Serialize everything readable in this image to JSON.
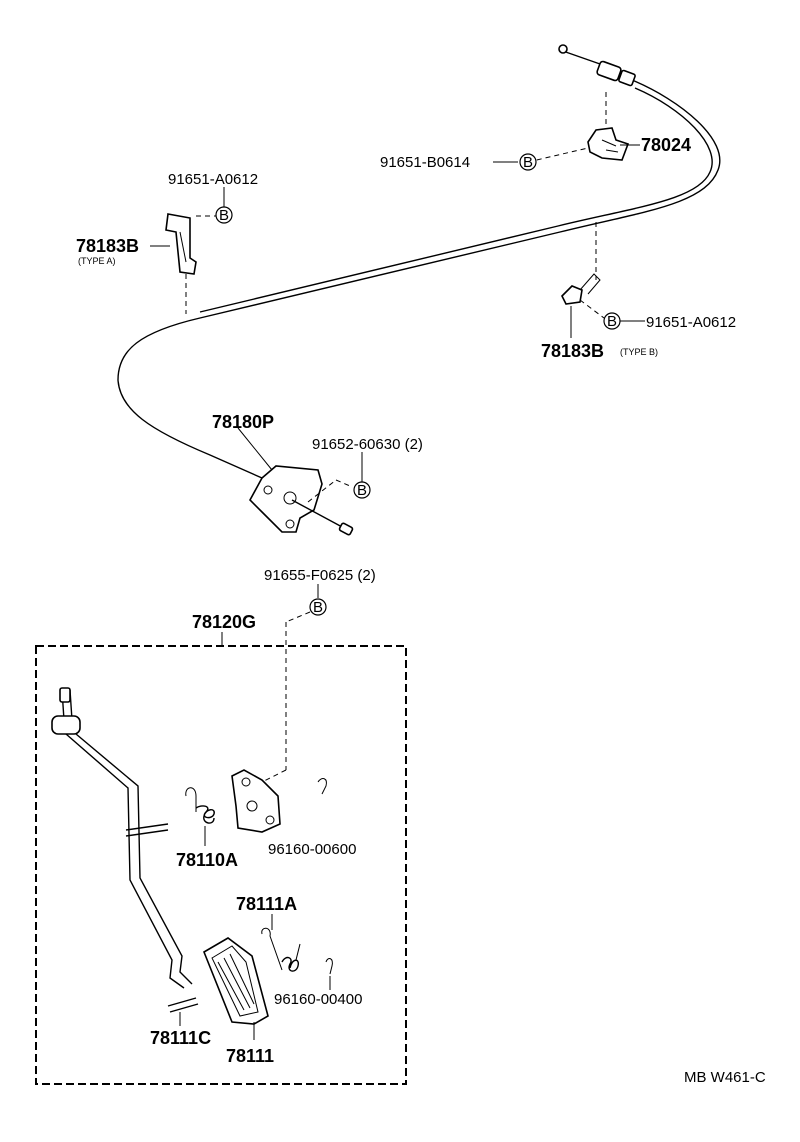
{
  "labels": {
    "p91651_b0614": "91651-B0614",
    "p78024": "78024",
    "p91651_a0612_top": "91651-A0612",
    "p78183b_a": "78183B",
    "type_a": "(TYPE A)",
    "p91651_a0612_right": "91651-A0612",
    "p78183b_b": "78183B",
    "type_b": "(TYPE B)",
    "p78180p": "78180P",
    "p91652_60630": "91652-60630 (2)",
    "p91655_f0625": "91655-F0625 (2)",
    "p78120g": "78120G",
    "p78110a": "78110A",
    "p96160_00600": "96160-00600",
    "p78111a": "78111A",
    "p96160_00400": "96160-00400",
    "p78111c": "78111C",
    "p78111": "78111",
    "ref_code": "MB W461-C"
  },
  "bolt_symbol": "B"
}
